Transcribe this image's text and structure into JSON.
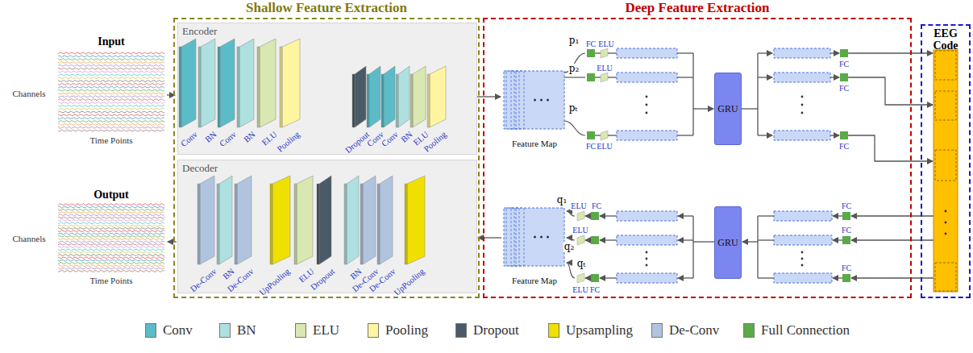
{
  "diagram": {
    "nodes": [
      {
        "text": [
          "Shallow Feature Extraction"
        ]
      },
      {
        "text": [
          "Encoder"
        ],
        "in": 0
      },
      {
        "text": [
          "Decoder"
        ],
        "in": 0
      },
      {
        "text": [
          "Deep Feature Extraction"
        ]
      },
      {
        "text": [
          "Feature Map"
        ],
        "in": 3
      },
      {
        "text": [
          "GRU"
        ],
        "in": 3
      },
      {
        "text": [
          "Feature Map"
        ],
        "in": 3
      },
      {
        "text": [
          "GRU"
        ],
        "in": 3
      },
      {
        "text": [
          "EEG Code"
        ]
      }
    ],
    "edges": [
      {
        "from": 1,
        "to": 4,
        "arrow": "to"
      },
      {
        "from": 6,
        "to": 2,
        "arrow": "to"
      }
    ],
    "labels": [
      "Input",
      "Channels",
      "Time Points",
      "Output",
      "Channels",
      "Time Points",
      "Conv",
      "BN",
      "Conv",
      "BN",
      "ELU",
      "Pooling",
      "Dropout",
      "Conv",
      "Conv",
      "BN",
      "ELU",
      "Pooling",
      "De-Conv",
      "BN",
      "De-Conv",
      "UpPooling",
      "ELU",
      "Dropout",
      "BN",
      "De-Conv",
      "De-Conv",
      "UpPooling",
      "p₁",
      "p₂",
      "pₜ",
      "q₁",
      "q₂",
      "qₜ",
      "FC",
      "ELU",
      "ELU",
      "FC",
      "ELU",
      "FC",
      "FC",
      "FC",
      "ELU",
      "FC",
      "ELU",
      "ELU",
      "FC",
      "FC",
      "FC",
      "FC"
    ],
    "legend": [
      {
        "text": "Conv",
        "color": "#5bbcc8"
      },
      {
        "text": "BN",
        "color": "#aee0e0"
      },
      {
        "text": "ELU",
        "color": "#d8e8b0"
      },
      {
        "text": "Pooling",
        "color": "#fff5a0"
      },
      {
        "text": "Dropout",
        "color": "#4a5a66"
      },
      {
        "text": "Upsampling",
        "color": "#f0e000"
      },
      {
        "text": "De-Conv",
        "color": "#b0c4e0"
      },
      {
        "text": "Full Connection",
        "color": "#5aaa48"
      }
    ]
  }
}
